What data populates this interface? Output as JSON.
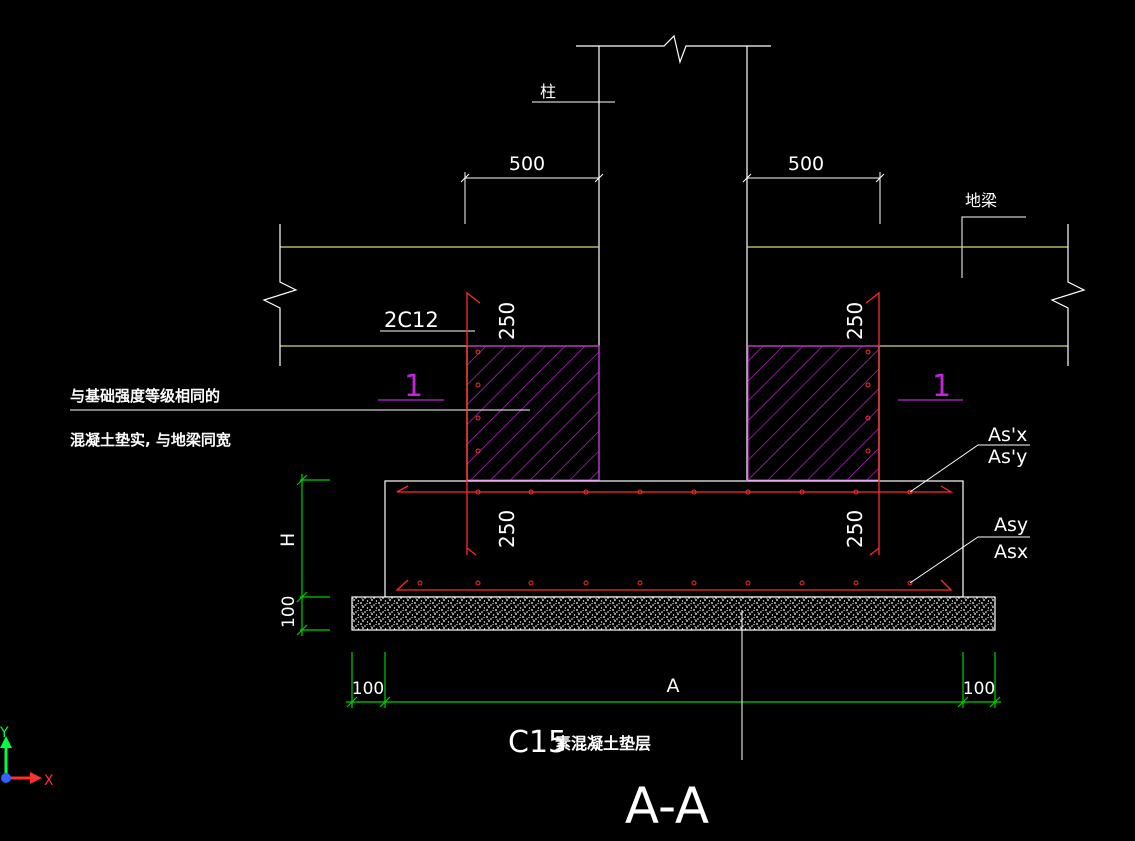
{
  "colors": {
    "background": "#000000",
    "line": "#ffffff",
    "beam": "#d8d870",
    "rebar": "#ff2a2a",
    "hatch": "#c026d3",
    "dimension": "#00d000",
    "ucs_x": "#ff3030",
    "ucs_y": "#00ff40",
    "ucs_origin": "#3060ff"
  },
  "labels": {
    "column": "柱",
    "ground_beam": "地梁",
    "rebar": "2C12",
    "fill_note_line1": "与基础强度等级相同的",
    "fill_note_line2": "混凝土垫实, 与地梁同宽",
    "section_mark_left": "1",
    "section_mark_right": "1",
    "rebar_top_x": "As'x",
    "rebar_top_y": "As'y",
    "rebar_bottom_y": "Asy",
    "rebar_bottom_x": "Asx",
    "cushion_grade": "C15",
    "cushion_name": "素混凝土垫层",
    "section_title": "A-A",
    "ucs_x_label": "X",
    "ucs_y_label": "Y"
  },
  "dimensions": {
    "left_offset": "500",
    "right_offset": "500",
    "anchor_left_upper": "250",
    "anchor_right_upper": "250",
    "anchor_left_lower": "250",
    "anchor_right_lower": "250",
    "footing_height": "H",
    "cushion_thickness": "100",
    "cushion_overhang_left": "100",
    "footing_width": "A",
    "cushion_overhang_right": "100"
  }
}
